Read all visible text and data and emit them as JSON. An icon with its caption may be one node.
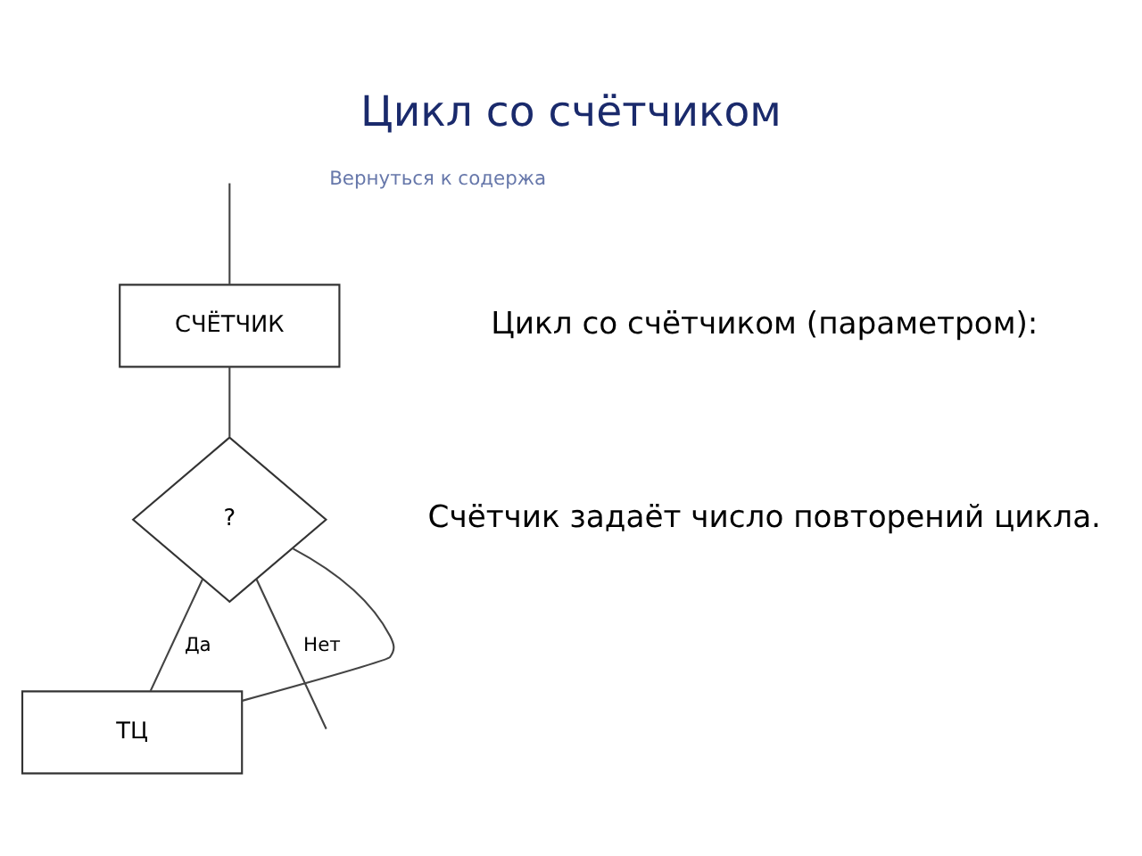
{
  "diagram": {
    "title": "Цикл со счётчиком",
    "nodes": [
      {
        "text": [
          "СЧЁТЧИК"
        ]
      },
      {
        "text": [
          "?"
        ]
      },
      {
        "text": [
          "ТЦ"
        ]
      }
    ],
    "edges": [
      {
        "from": null,
        "to": 0,
        "arrow": "none"
      },
      {
        "from": 0,
        "to": 1,
        "arrow": "none"
      },
      {
        "from": 1,
        "to": 2,
        "arrow": "none",
        "label": "Да"
      },
      {
        "from": 2,
        "to": 1,
        "arrow": "none"
      },
      {
        "from": 1,
        "to": null,
        "arrow": "none",
        "label": "Нет"
      }
    ],
    "labels": [
      "Цикл со счётчиком (параметром):",
      "Счётчик задаёт число повторений цикла.",
      "Вернуться к содержа"
    ]
  }
}
